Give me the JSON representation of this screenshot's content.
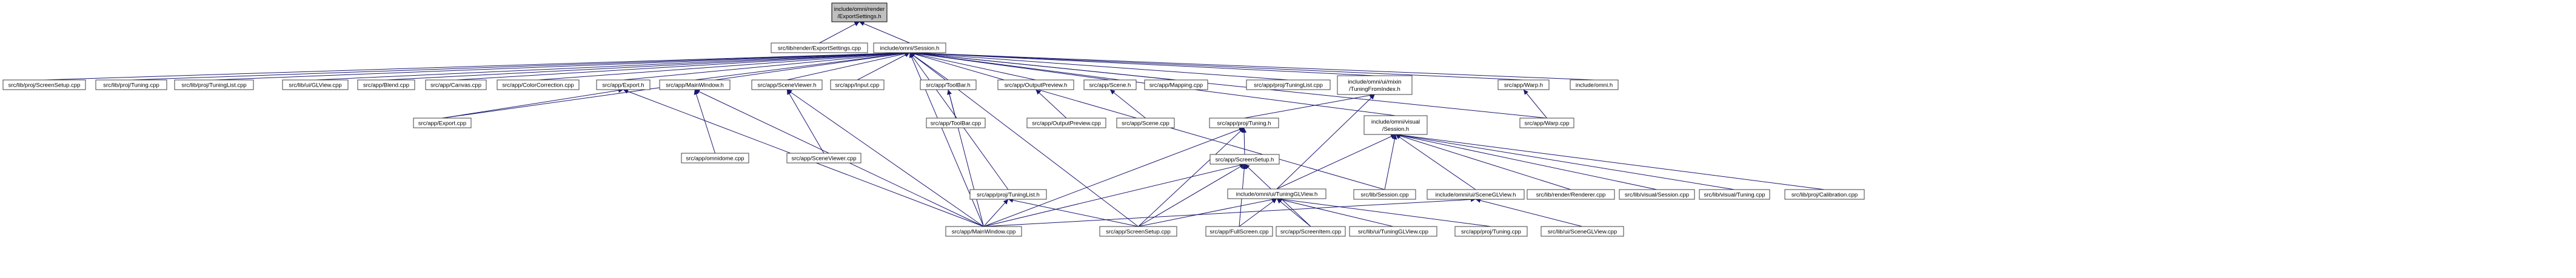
{
  "graph": {
    "root": "export_settings_h",
    "nodes": [
      {
        "id": "export_settings_h",
        "lines": [
          "include/omni/render",
          "/ExportSettings.h"
        ]
      },
      {
        "id": "lib_render_exportsettings_cpp",
        "lines": [
          "src/lib/render/ExportSettings.cpp"
        ]
      },
      {
        "id": "session_h",
        "lines": [
          "include/omni/Session.h"
        ]
      },
      {
        "id": "lib_proj_screensetup_cpp",
        "lines": [
          "src/lib/proj/ScreenSetup.cpp"
        ]
      },
      {
        "id": "lib_proj_tuning_cpp",
        "lines": [
          "src/lib/proj/Tuning.cpp"
        ]
      },
      {
        "id": "lib_proj_tuninglist_cpp",
        "lines": [
          "src/lib/proj/TuningList.cpp"
        ]
      },
      {
        "id": "lib_ui_glview_cpp",
        "lines": [
          "src/lib/ui/GLView.cpp"
        ]
      },
      {
        "id": "app_blend_cpp",
        "lines": [
          "src/app/Blend.cpp"
        ]
      },
      {
        "id": "app_canvas_cpp",
        "lines": [
          "src/app/Canvas.cpp"
        ]
      },
      {
        "id": "app_colorcorrection_cpp",
        "lines": [
          "src/app/ColorCorrection.cpp"
        ]
      },
      {
        "id": "app_export_h",
        "lines": [
          "src/app/Export.h"
        ]
      },
      {
        "id": "app_mainwindow_h",
        "lines": [
          "src/app/MainWindow.h"
        ]
      },
      {
        "id": "app_sceneviewer_h",
        "lines": [
          "src/app/SceneViewer.h"
        ]
      },
      {
        "id": "app_input_cpp",
        "lines": [
          "src/app/Input.cpp"
        ]
      },
      {
        "id": "app_toolbar_h",
        "lines": [
          "src/app/ToolBar.h"
        ]
      },
      {
        "id": "app_outputpreview_h",
        "lines": [
          "src/app/OutputPreview.h"
        ]
      },
      {
        "id": "app_scene_h",
        "lines": [
          "src/app/Scene.h"
        ]
      },
      {
        "id": "app_mapping_cpp",
        "lines": [
          "src/app/Mapping.cpp"
        ]
      },
      {
        "id": "app_proj_tuninglist_cpp",
        "lines": [
          "src/app/proj/TuningList.cpp"
        ]
      },
      {
        "id": "ui_mixin_tuningfromindex_h",
        "lines": [
          "include/omni/ui/mixin",
          "/TuningFromIndex.h"
        ]
      },
      {
        "id": "app_warp_h",
        "lines": [
          "src/app/Warp.h"
        ]
      },
      {
        "id": "omni_h",
        "lines": [
          "include/omni.h"
        ]
      },
      {
        "id": "app_export_cpp",
        "lines": [
          "src/app/Export.cpp"
        ]
      },
      {
        "id": "app_omnidome_cpp",
        "lines": [
          "src/app/omnidome.cpp"
        ]
      },
      {
        "id": "app_sceneviewer_cpp",
        "lines": [
          "src/app/SceneViewer.cpp"
        ]
      },
      {
        "id": "app_toolbar_cpp",
        "lines": [
          "src/app/ToolBar.cpp"
        ]
      },
      {
        "id": "app_outputpreview_cpp",
        "lines": [
          "src/app/OutputPreview.cpp"
        ]
      },
      {
        "id": "app_scene_cpp",
        "lines": [
          "src/app/Scene.cpp"
        ]
      },
      {
        "id": "app_warp_cpp",
        "lines": [
          "src/app/Warp.cpp"
        ]
      },
      {
        "id": "app_proj_tuning_h",
        "lines": [
          "src/app/proj/Tuning.h"
        ]
      },
      {
        "id": "visual_session_h",
        "lines": [
          "include/omni/visual",
          "/Session.h"
        ]
      },
      {
        "id": "app_proj_tuninglist_h",
        "lines": [
          "src/app/proj/TuningList.h"
        ]
      },
      {
        "id": "app_screensetup_h",
        "lines": [
          "src/app/ScreenSetup.h"
        ]
      },
      {
        "id": "ui_tuningglview_h",
        "lines": [
          "include/omni/ui/TuningGLView.h"
        ]
      },
      {
        "id": "lib_session_cpp",
        "lines": [
          "src/lib/Session.cpp"
        ]
      },
      {
        "id": "ui_sceneglview_h",
        "lines": [
          "include/omni/ui/SceneGLView.h"
        ]
      },
      {
        "id": "lib_render_renderer_cpp",
        "lines": [
          "src/lib/render/Renderer.cpp"
        ]
      },
      {
        "id": "lib_visual_session_cpp",
        "lines": [
          "src/lib/visual/Session.cpp"
        ]
      },
      {
        "id": "lib_visual_tuning_cpp",
        "lines": [
          "src/lib/visual/Tuning.cpp"
        ]
      },
      {
        "id": "lib_proj_calibration_cpp",
        "lines": [
          "src/lib/proj/Calibration.cpp"
        ]
      },
      {
        "id": "app_mainwindow_cpp",
        "lines": [
          "src/app/MainWindow.cpp"
        ]
      },
      {
        "id": "app_screensetup_cpp",
        "lines": [
          "src/app/ScreenSetup.cpp"
        ]
      },
      {
        "id": "app_fullscreen_cpp",
        "lines": [
          "src/app/FullScreen.cpp"
        ]
      },
      {
        "id": "app_screenitem_cpp",
        "lines": [
          "src/app/ScreenItem.cpp"
        ]
      },
      {
        "id": "lib_ui_tuningglview_cpp",
        "lines": [
          "src/lib/ui/TuningGLView.cpp"
        ]
      },
      {
        "id": "app_proj_tuning_cpp",
        "lines": [
          "src/app/proj/Tuning.cpp"
        ]
      },
      {
        "id": "lib_ui_sceneglview_cpp",
        "lines": [
          "src/lib/ui/SceneGLView.cpp"
        ]
      }
    ],
    "edges": [
      [
        "export_settings_h",
        "lib_render_exportsettings_cpp"
      ],
      [
        "export_settings_h",
        "session_h"
      ],
      [
        "session_h",
        "lib_proj_screensetup_cpp"
      ],
      [
        "session_h",
        "lib_proj_tuning_cpp"
      ],
      [
        "session_h",
        "lib_proj_tuninglist_cpp"
      ],
      [
        "session_h",
        "lib_ui_glview_cpp"
      ],
      [
        "session_h",
        "app_blend_cpp"
      ],
      [
        "session_h",
        "app_canvas_cpp"
      ],
      [
        "session_h",
        "app_colorcorrection_cpp"
      ],
      [
        "session_h",
        "app_export_h"
      ],
      [
        "session_h",
        "app_mainwindow_h"
      ],
      [
        "session_h",
        "app_sceneviewer_h"
      ],
      [
        "session_h",
        "app_input_cpp"
      ],
      [
        "session_h",
        "app_toolbar_h"
      ],
      [
        "session_h",
        "app_outputpreview_h"
      ],
      [
        "session_h",
        "app_scene_h"
      ],
      [
        "session_h",
        "app_mapping_cpp"
      ],
      [
        "session_h",
        "app_proj_tuninglist_cpp"
      ],
      [
        "session_h",
        "ui_mixin_tuningfromindex_h"
      ],
      [
        "session_h",
        "app_warp_h"
      ],
      [
        "session_h",
        "omni_h"
      ],
      [
        "session_h",
        "app_export_cpp"
      ],
      [
        "session_h",
        "app_mainwindow_cpp"
      ],
      [
        "session_h",
        "app_screensetup_cpp"
      ],
      [
        "session_h",
        "lib_session_cpp"
      ],
      [
        "session_h",
        "visual_session_h"
      ],
      [
        "session_h",
        "app_proj_tuninglist_h"
      ],
      [
        "session_h",
        "app_warp_cpp"
      ],
      [
        "app_export_h",
        "app_export_cpp"
      ],
      [
        "app_export_h",
        "app_mainwindow_cpp"
      ],
      [
        "app_mainwindow_h",
        "app_omnidome_cpp"
      ],
      [
        "app_mainwindow_h",
        "app_mainwindow_cpp"
      ],
      [
        "app_sceneviewer_h",
        "app_sceneviewer_cpp"
      ],
      [
        "app_sceneviewer_h",
        "app_mainwindow_cpp"
      ],
      [
        "app_toolbar_h",
        "app_toolbar_cpp"
      ],
      [
        "app_toolbar_h",
        "app_mainwindow_cpp"
      ],
      [
        "app_outputpreview_h",
        "app_outputpreview_cpp"
      ],
      [
        "app_scene_h",
        "app_scene_cpp"
      ],
      [
        "app_warp_h",
        "app_warp_cpp"
      ],
      [
        "ui_mixin_tuningfromindex_h",
        "app_proj_tuning_h"
      ],
      [
        "ui_mixin_tuningfromindex_h",
        "ui_tuningglview_h"
      ],
      [
        "app_proj_tuning_h",
        "app_mainwindow_cpp"
      ],
      [
        "app_proj_tuning_h",
        "app_screensetup_cpp"
      ],
      [
        "app_proj_tuning_h",
        "app_screensetup_h"
      ],
      [
        "visual_session_h",
        "ui_tuningglview_h"
      ],
      [
        "visual_session_h",
        "lib_session_cpp"
      ],
      [
        "visual_session_h",
        "ui_sceneglview_h"
      ],
      [
        "visual_session_h",
        "lib_render_renderer_cpp"
      ],
      [
        "visual_session_h",
        "lib_visual_session_cpp"
      ],
      [
        "visual_session_h",
        "lib_visual_tuning_cpp"
      ],
      [
        "visual_session_h",
        "lib_proj_calibration_cpp"
      ],
      [
        "app_proj_tuninglist_h",
        "app_mainwindow_cpp"
      ],
      [
        "app_proj_tuninglist_h",
        "app_screensetup_cpp"
      ],
      [
        "app_screensetup_h",
        "app_mainwindow_cpp"
      ],
      [
        "app_screensetup_h",
        "app_screensetup_cpp"
      ],
      [
        "app_screensetup_h",
        "app_fullscreen_cpp"
      ],
      [
        "app_screensetup_h",
        "app_screenitem_cpp"
      ],
      [
        "ui_tuningglview_h",
        "app_screensetup_cpp"
      ],
      [
        "ui_tuningglview_h",
        "app_fullscreen_cpp"
      ],
      [
        "ui_tuningglview_h",
        "app_screenitem_cpp"
      ],
      [
        "ui_tuningglview_h",
        "lib_ui_tuningglview_cpp"
      ],
      [
        "ui_tuningglview_h",
        "app_proj_tuning_cpp"
      ],
      [
        "ui_sceneglview_h",
        "app_mainwindow_cpp"
      ],
      [
        "ui_sceneglview_h",
        "lib_ui_sceneglview_cpp"
      ]
    ]
  }
}
